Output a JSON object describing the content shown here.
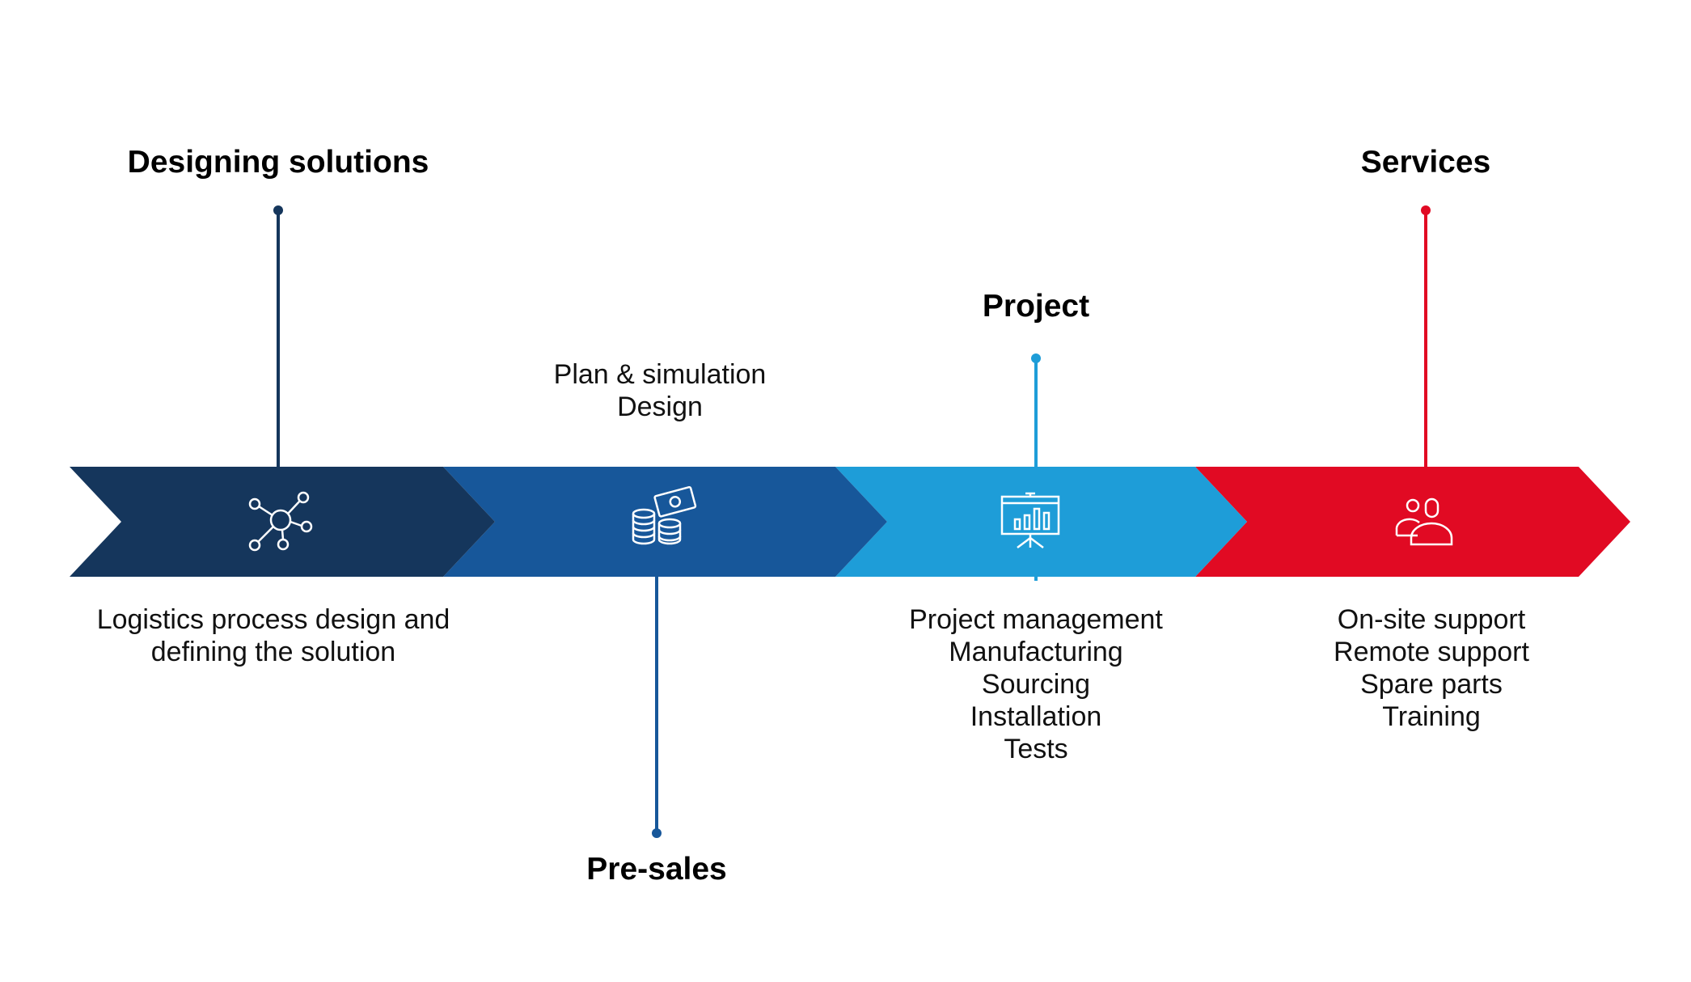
{
  "stages": [
    {
      "id": "designing",
      "title": "Designing solutions",
      "color": "#15365c",
      "icon": "network-icon",
      "lines": [
        "Logistics process design and",
        "defining the solution"
      ]
    },
    {
      "id": "presales",
      "title": "Pre-sales",
      "color": "#17579a",
      "icon": "money-coins-icon",
      "lines": [
        "Plan & simulation",
        "Design"
      ]
    },
    {
      "id": "project",
      "title": "Project",
      "color": "#1e9dd8",
      "icon": "presentation-chart-icon",
      "lines": [
        "Project management",
        "Manufacturing",
        "Sourcing",
        "Installation",
        "Tests"
      ]
    },
    {
      "id": "services",
      "title": "Services",
      "color": "#e10a23",
      "icon": "people-icon",
      "lines": [
        "On-site support",
        "Remote support",
        "Spare parts",
        "Training"
      ]
    }
  ]
}
